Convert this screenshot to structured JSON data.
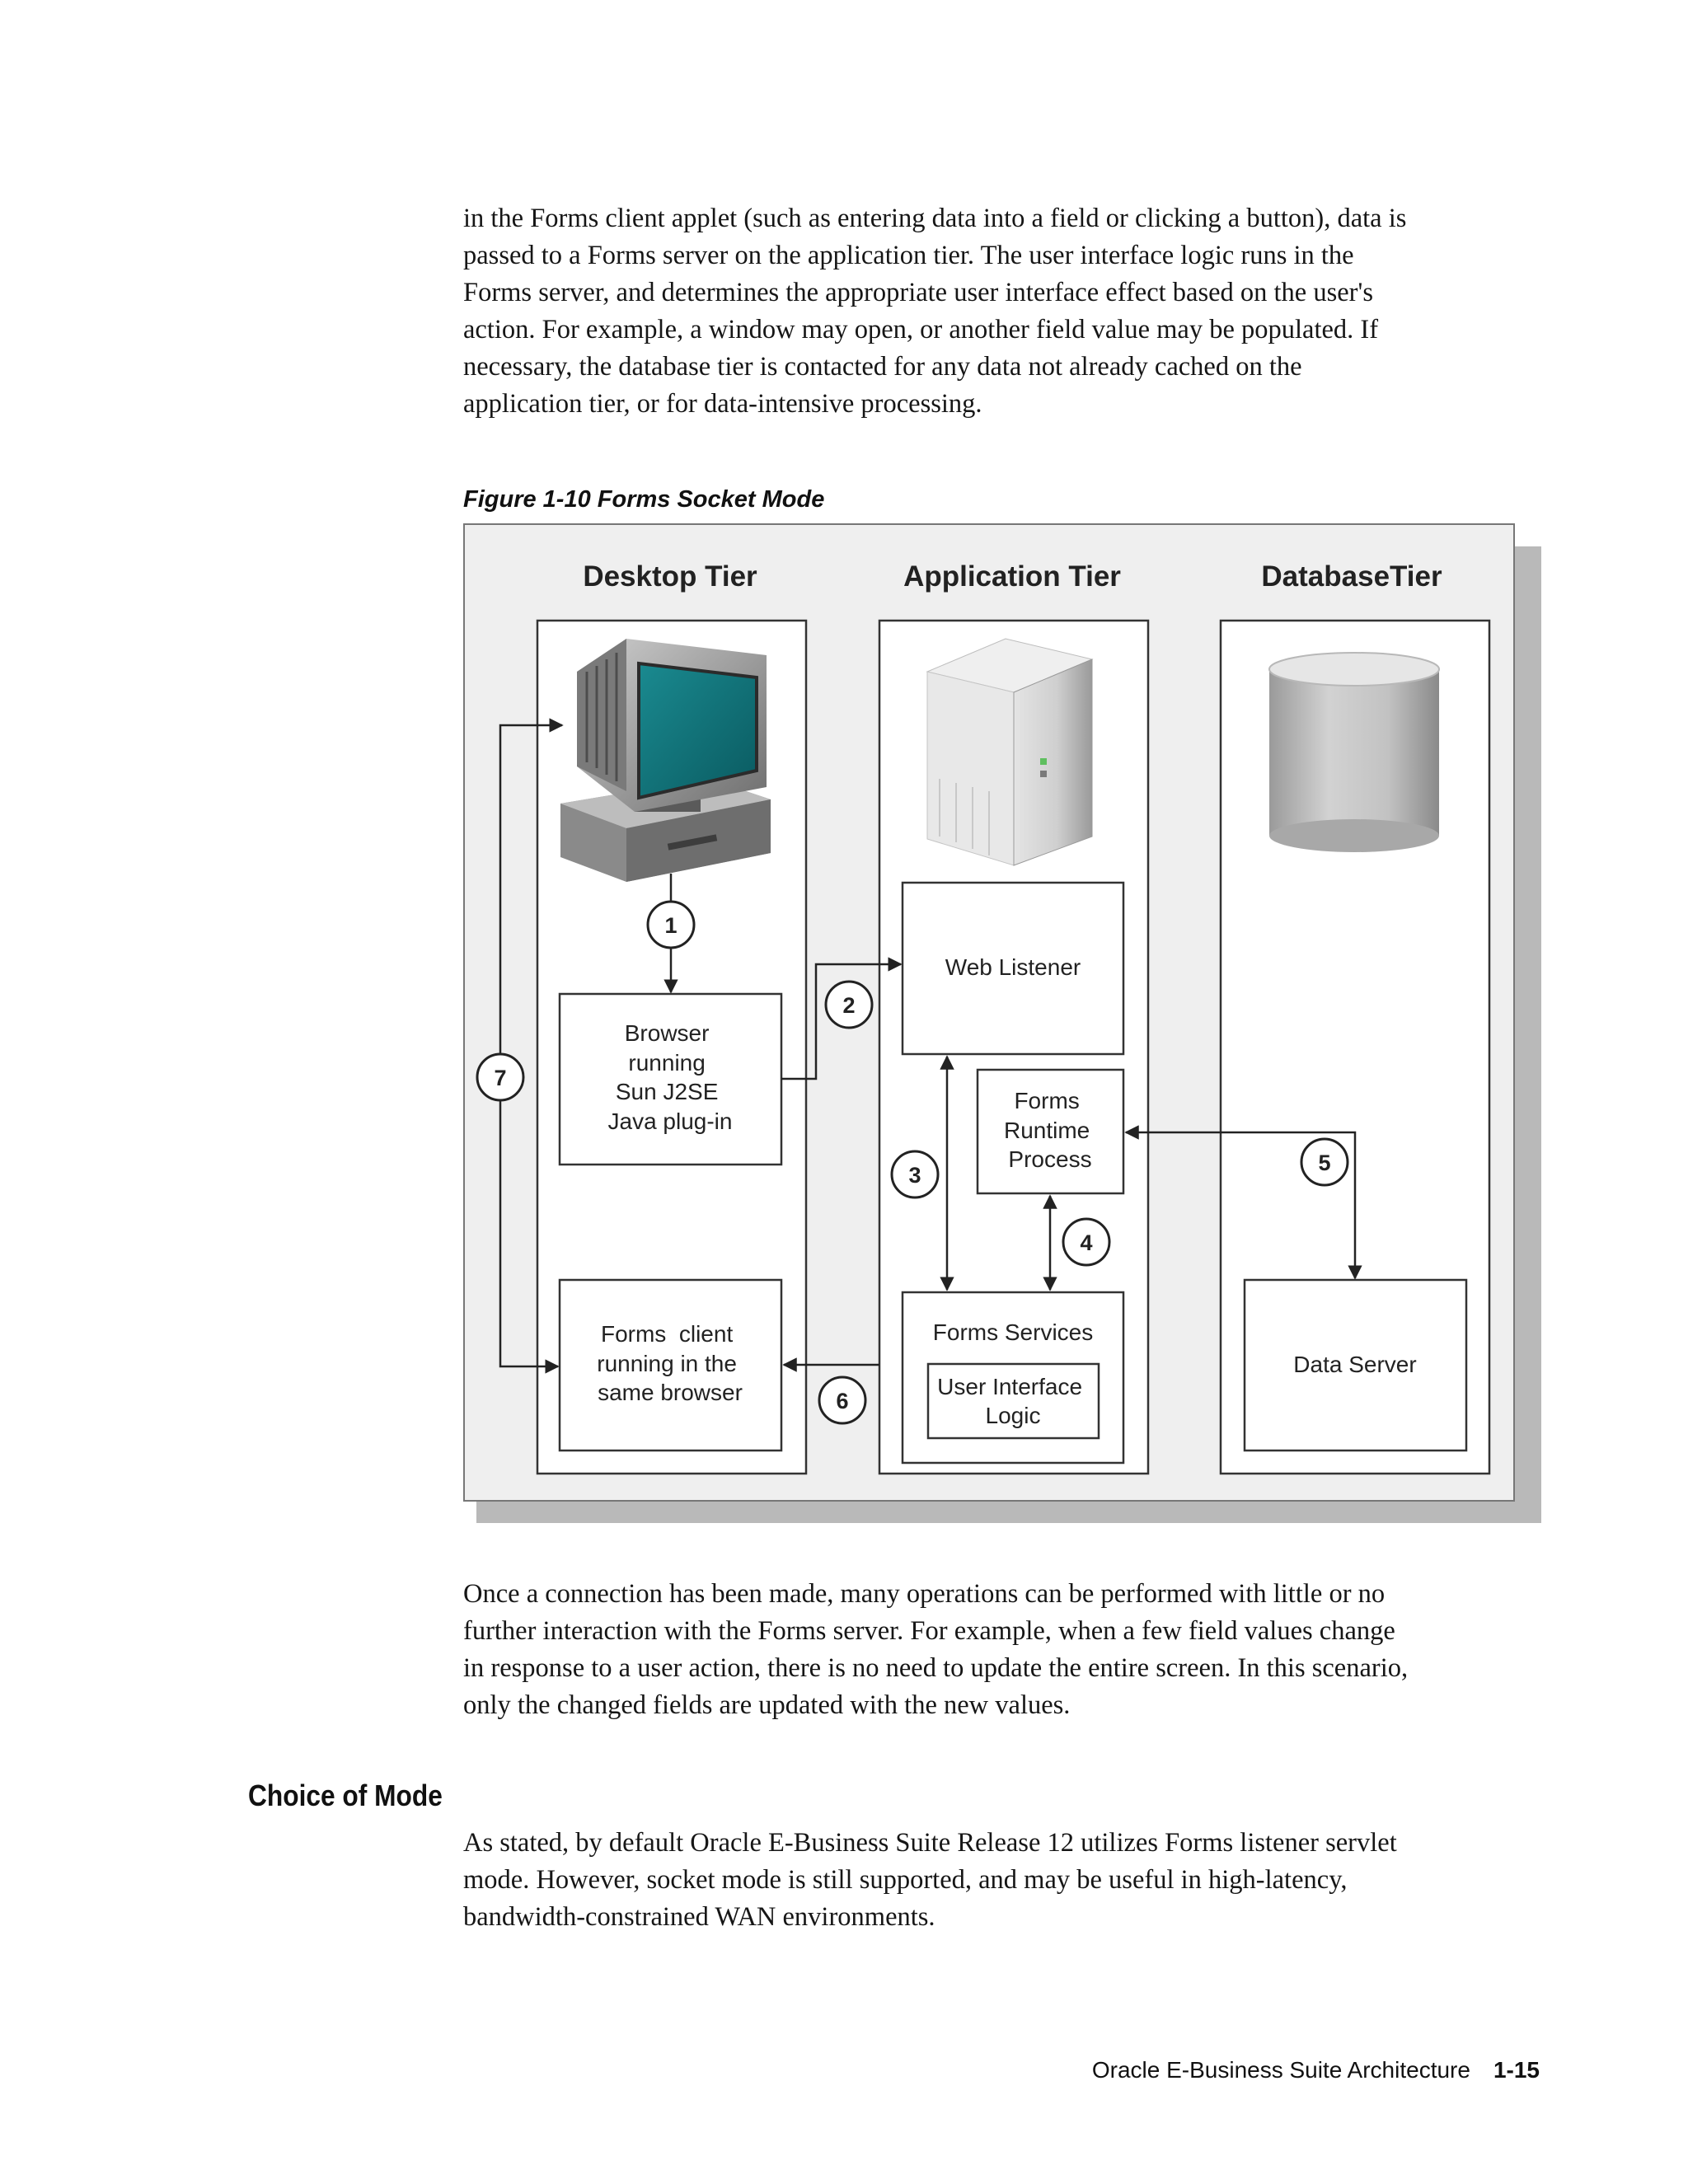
{
  "body": {
    "paragraph_1": [
      "in the Forms client applet (such as entering data into a field or clicking a button), data is",
      "passed to a Forms server on the application tier. The user interface logic runs in the",
      "Forms server, and determines the appropriate user interface effect based on the user's",
      "action. For example, a window may open, or another field value may be populated. If",
      "necessary, the database tier is contacted for any data not already cached on the",
      "application tier, or for data-intensive processing."
    ],
    "figure_caption": "Figure 1-10 Forms Socket Mode",
    "paragraph_2": [
      "Once a connection has been made, many operations can be performed with little or no",
      "further interaction with the Forms server. For example, when a few field values change",
      "in response to a user action, there is no need to update the entire screen. In this scenario,",
      "only the changed fields are updated with the new values."
    ],
    "section_heading": "Choice of Mode",
    "paragraph_3": [
      "As stated, by default Oracle E-Business Suite Release 12 utilizes Forms listener servlet",
      "mode. However, socket mode is still supported, and may be useful in high-latency,",
      "bandwidth-constrained WAN environments."
    ]
  },
  "diagram": {
    "tiers": {
      "desktop": "Desktop Tier",
      "application": "Application Tier",
      "database": "DatabaseTier"
    },
    "boxes": {
      "browser": [
        "Browser",
        "running",
        "Sun J2SE",
        "Java plug-in"
      ],
      "forms_client": [
        "Forms  client",
        "running in the",
        "same browser"
      ],
      "web_listener": "Web Listener",
      "forms_runtime": [
        "Forms",
        "Runtime",
        "Process"
      ],
      "forms_services": "Forms Services",
      "ui_logic": [
        "User Interface",
        "Logic"
      ],
      "data_server": "Data Server"
    },
    "steps": [
      "1",
      "2",
      "3",
      "4",
      "5",
      "6",
      "7"
    ]
  },
  "footer": {
    "title": "Oracle E-Business Suite Architecture",
    "page": "1-15"
  }
}
